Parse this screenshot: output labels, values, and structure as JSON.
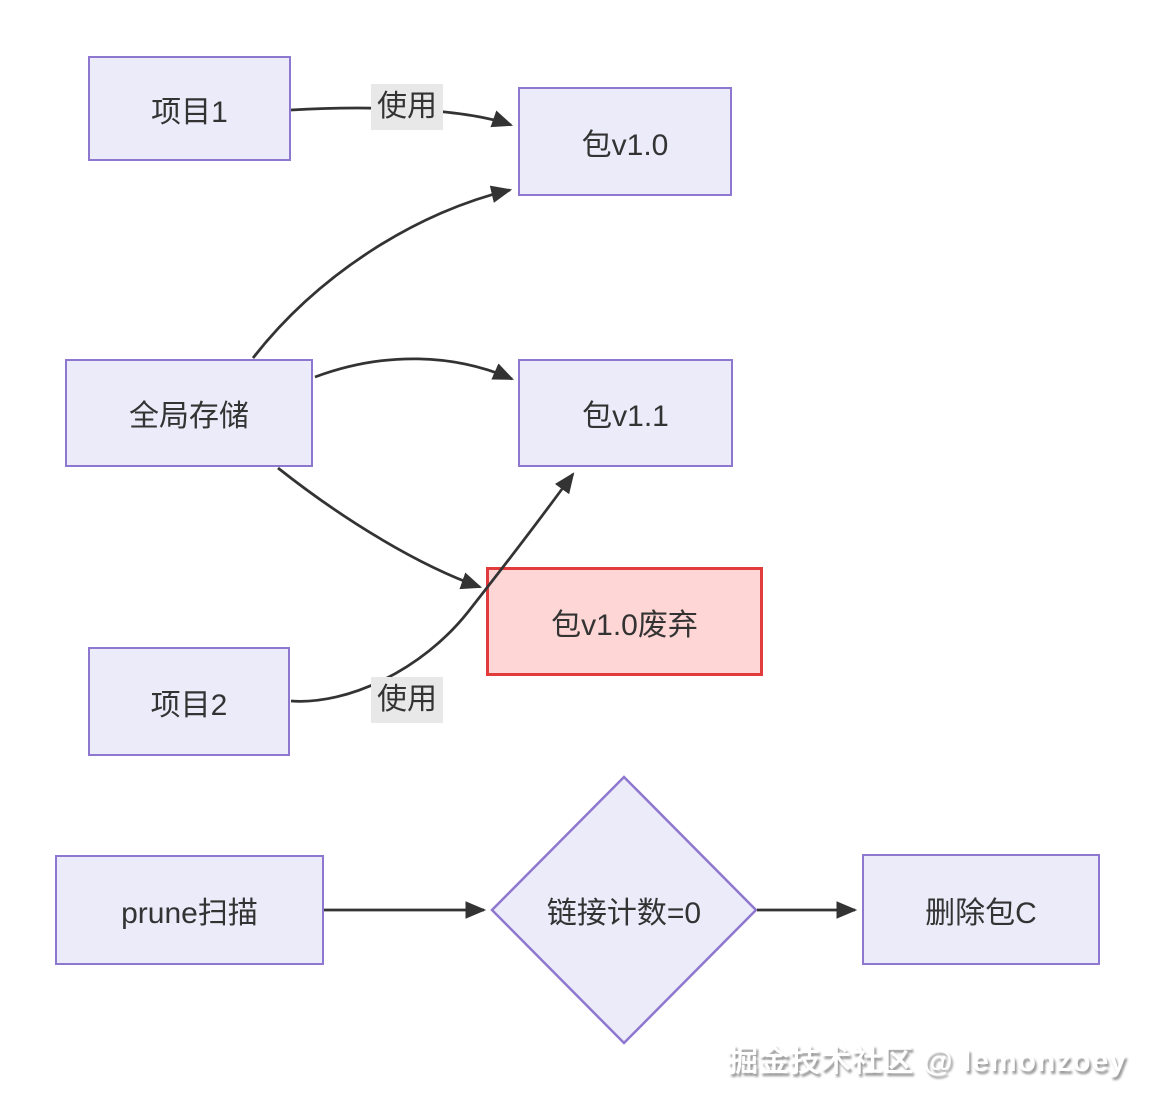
{
  "page": {
    "background": "#FFFFFF",
    "watermark": "掘金技术社区 @ lemonzoey"
  },
  "colors": {
    "page_bg": "#FFFFFF",
    "node_fill": "#ECEBFA",
    "node_border": "#8E77CF",
    "deprecated_fill": "#FFD6D6",
    "deprecated_border": "#E23B3B",
    "edge_color": "#333333",
    "edge_label_bg": "#E8E8E8",
    "text_color": "#333333",
    "watermark_color": "#FFFFFF",
    "watermark_shadow": "#999999"
  },
  "diagram": {
    "type": "flowchart",
    "nodes": [
      {
        "id": "project1",
        "label": "项目1",
        "shape": "rect"
      },
      {
        "id": "pkg-v1-0",
        "label": "包v1.0",
        "shape": "rect"
      },
      {
        "id": "global-store",
        "label": "全局存储",
        "shape": "rect"
      },
      {
        "id": "pkg-v1-1",
        "label": "包v1.1",
        "shape": "rect"
      },
      {
        "id": "pkg-v1-0-deprecated",
        "label": "包v1.0废弃",
        "shape": "rect",
        "variant": "deprecated"
      },
      {
        "id": "project2",
        "label": "项目2",
        "shape": "rect"
      },
      {
        "id": "prune-scan",
        "label": "prune扫描",
        "shape": "rect"
      },
      {
        "id": "link-count-zero",
        "label": "链接计数=0",
        "shape": "diamond"
      },
      {
        "id": "delete-pkg-c",
        "label": "删除包C",
        "shape": "rect"
      }
    ],
    "edges": [
      {
        "from": "project1",
        "to": "pkg-v1-0",
        "label": "使用"
      },
      {
        "from": "global-store",
        "to": "pkg-v1-0",
        "label": ""
      },
      {
        "from": "global-store",
        "to": "pkg-v1-1",
        "label": ""
      },
      {
        "from": "global-store",
        "to": "pkg-v1-0-deprecated",
        "label": ""
      },
      {
        "from": "project2",
        "to": "pkg-v1-1",
        "label": "使用"
      },
      {
        "from": "prune-scan",
        "to": "link-count-zero",
        "label": ""
      },
      {
        "from": "link-count-zero",
        "to": "delete-pkg-c",
        "label": ""
      }
    ]
  }
}
